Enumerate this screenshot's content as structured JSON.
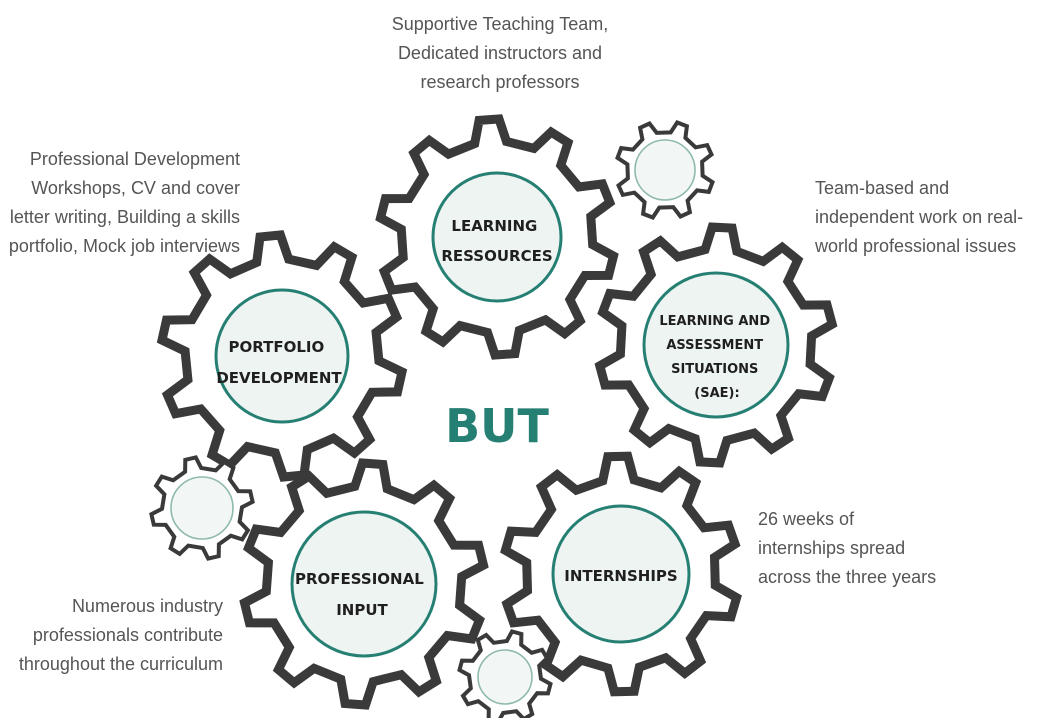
{
  "title": "BUT",
  "colors": {
    "accent": "#267f73",
    "gear_stroke": "#3a3a3a",
    "circle_fill": "#eef4f1",
    "small_gear_circle": "#8fb9ae",
    "text_dark": "#1f1f1f",
    "text_desc": "#555555"
  },
  "gears": [
    {
      "id": "learning-resources",
      "lines": [
        "LEARNING",
        "RESSOURCES"
      ]
    },
    {
      "id": "sae",
      "lines": [
        "LEARNING AND",
        "ASSESSMENT",
        "SITUATIONS",
        "(SAE):"
      ]
    },
    {
      "id": "portfolio",
      "lines": [
        "PORTFOLIO",
        "DEVELOPMENT"
      ]
    },
    {
      "id": "professional-input",
      "lines": [
        "PROFESSIONAL",
        "INPUT"
      ]
    },
    {
      "id": "internships",
      "lines": [
        "INTERNSHIPS"
      ]
    }
  ],
  "descriptions": {
    "top": [
      "Supportive Teaching Team,",
      "Dedicated instructors and",
      "research professors"
    ],
    "left": [
      "Professional Development",
      "Workshops, CV and cover",
      "letter writing, Building a skills",
      "portfolio, Mock job interviews"
    ],
    "right": [
      "Team-based and",
      "independent work on real-",
      "world professional issues"
    ],
    "internships": [
      "26 weeks of",
      "internships spread",
      "across the three years"
    ],
    "professional": [
      "Numerous industry",
      "professionals contribute",
      "throughout the curriculum"
    ]
  }
}
